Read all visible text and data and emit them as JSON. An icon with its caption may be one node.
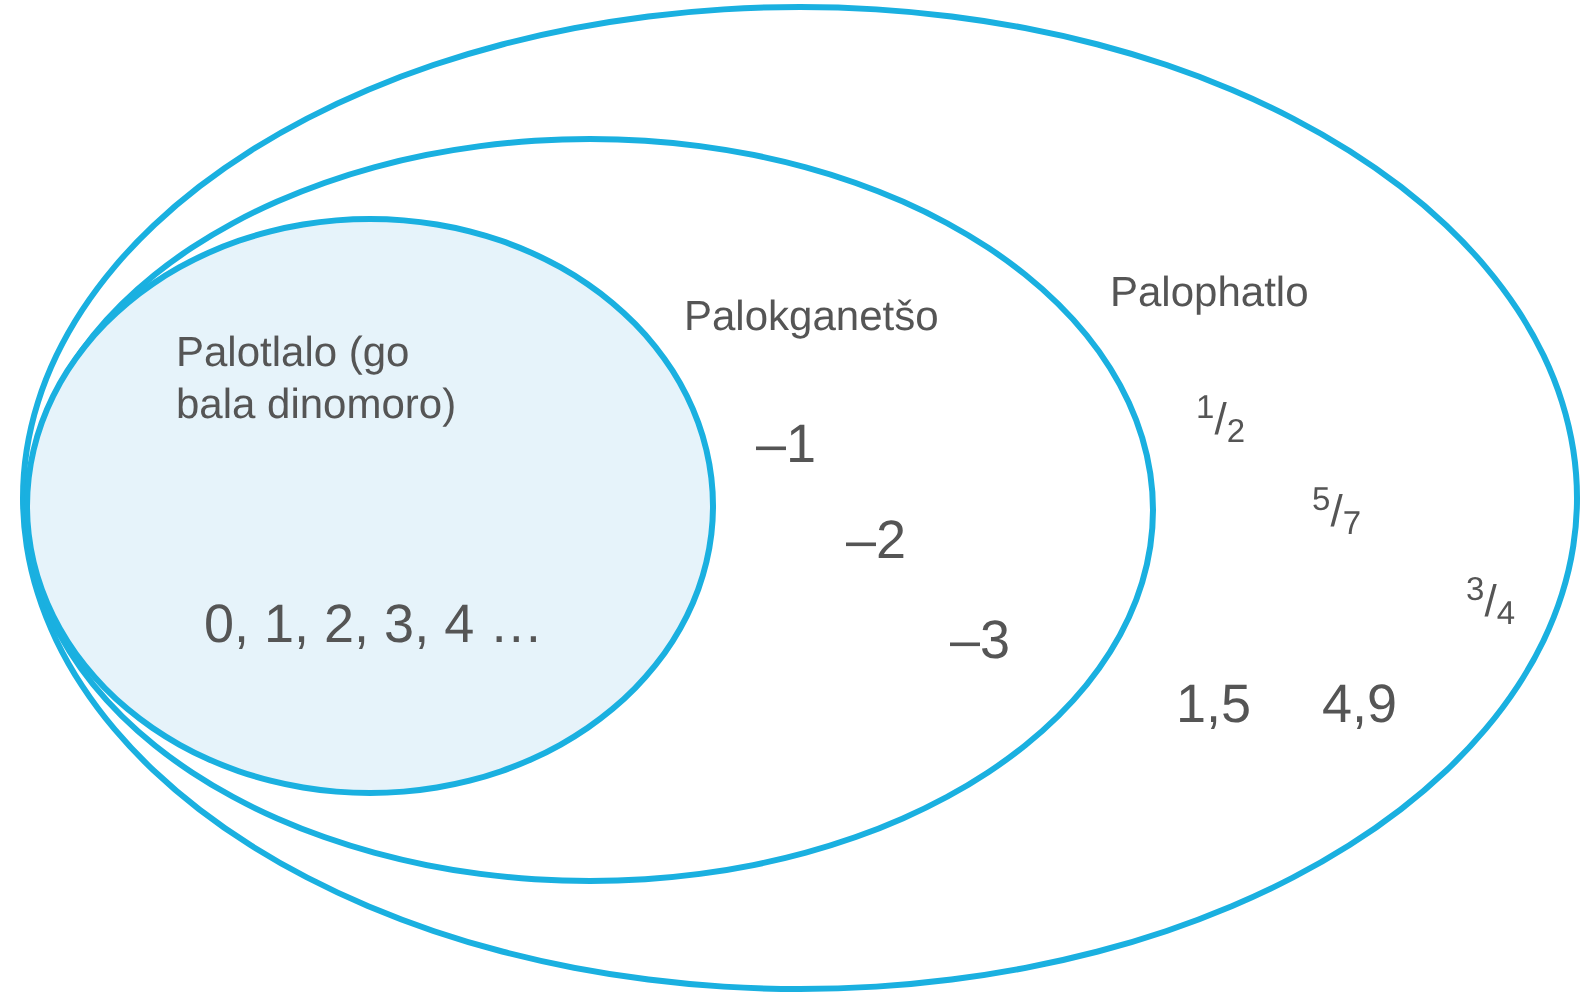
{
  "diagram": {
    "nodes": [
      {
        "text": [
          "Palophatlo",
          "$^{1}$/$_{2}$",
          "$^{5}$/$_{7}$",
          "$^{3}$/$_{4}$",
          "1,5",
          "4,9"
        ]
      },
      {
        "text": [
          "Palokganetšo",
          "–1",
          "–2",
          "–3"
        ],
        "in": 0
      },
      {
        "text": [
          "Palotlalo (go bala dinomoro)",
          "0, 1, 2, 3, 4 …"
        ],
        "in": 1
      }
    ]
  }
}
